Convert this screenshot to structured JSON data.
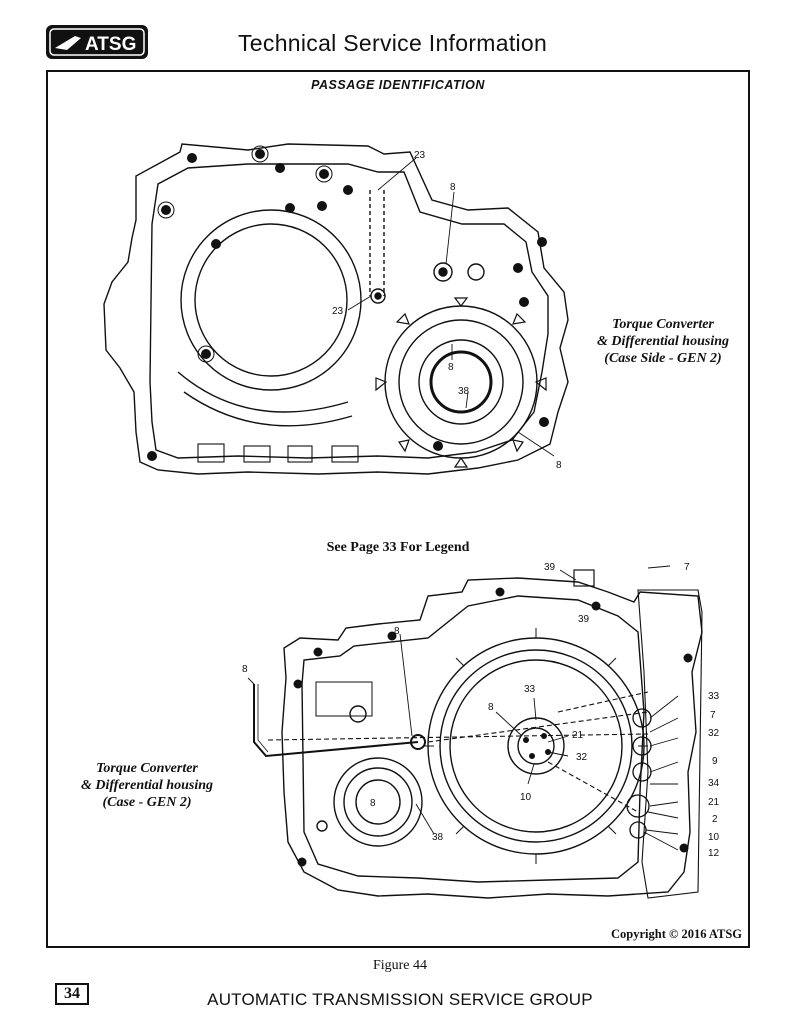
{
  "header": {
    "logo_text": "ATSG",
    "title": "Technical Service Information"
  },
  "section_title": "PASSAGE IDENTIFICATION",
  "top_view": {
    "callout": [
      "Torque Converter",
      "& Differential housing",
      "(Case Side - GEN 2)"
    ],
    "labels": [
      {
        "id": "t23a",
        "text": "23"
      },
      {
        "id": "t8a",
        "text": "8"
      },
      {
        "id": "t23b",
        "text": "23"
      },
      {
        "id": "t8b",
        "text": "8"
      },
      {
        "id": "t38",
        "text": "38"
      },
      {
        "id": "t8c",
        "text": "8"
      }
    ]
  },
  "legend_note": "See Page 33 For Legend",
  "bottom_view": {
    "callout": [
      "Torque Converter",
      "& Differential housing",
      "(Case - GEN 2)"
    ],
    "labels": [
      {
        "id": "b39a",
        "text": "39"
      },
      {
        "id": "b7a",
        "text": "7"
      },
      {
        "id": "b39b",
        "text": "39"
      },
      {
        "id": "b8a",
        "text": "8"
      },
      {
        "id": "b8b",
        "text": "8"
      },
      {
        "id": "b33a",
        "text": "33"
      },
      {
        "id": "b8c",
        "text": "8"
      },
      {
        "id": "b21a",
        "text": "21"
      },
      {
        "id": "b32a",
        "text": "32"
      },
      {
        "id": "b10a",
        "text": "10"
      },
      {
        "id": "b8d",
        "text": "8"
      },
      {
        "id": "b38",
        "text": "38"
      },
      {
        "id": "b33b",
        "text": "33"
      },
      {
        "id": "b7b",
        "text": "7"
      },
      {
        "id": "b32b",
        "text": "32"
      },
      {
        "id": "b9",
        "text": "9"
      },
      {
        "id": "b34",
        "text": "34"
      },
      {
        "id": "b21b",
        "text": "21"
      },
      {
        "id": "b2",
        "text": "2"
      },
      {
        "id": "b10b",
        "text": "10"
      },
      {
        "id": "b12",
        "text": "12"
      }
    ]
  },
  "copyright": "Copyright © 2016 ATSG",
  "figure_label": "Figure 44",
  "footer": {
    "page_number": "34",
    "company": "AUTOMATIC TRANSMISSION SERVICE GROUP"
  }
}
